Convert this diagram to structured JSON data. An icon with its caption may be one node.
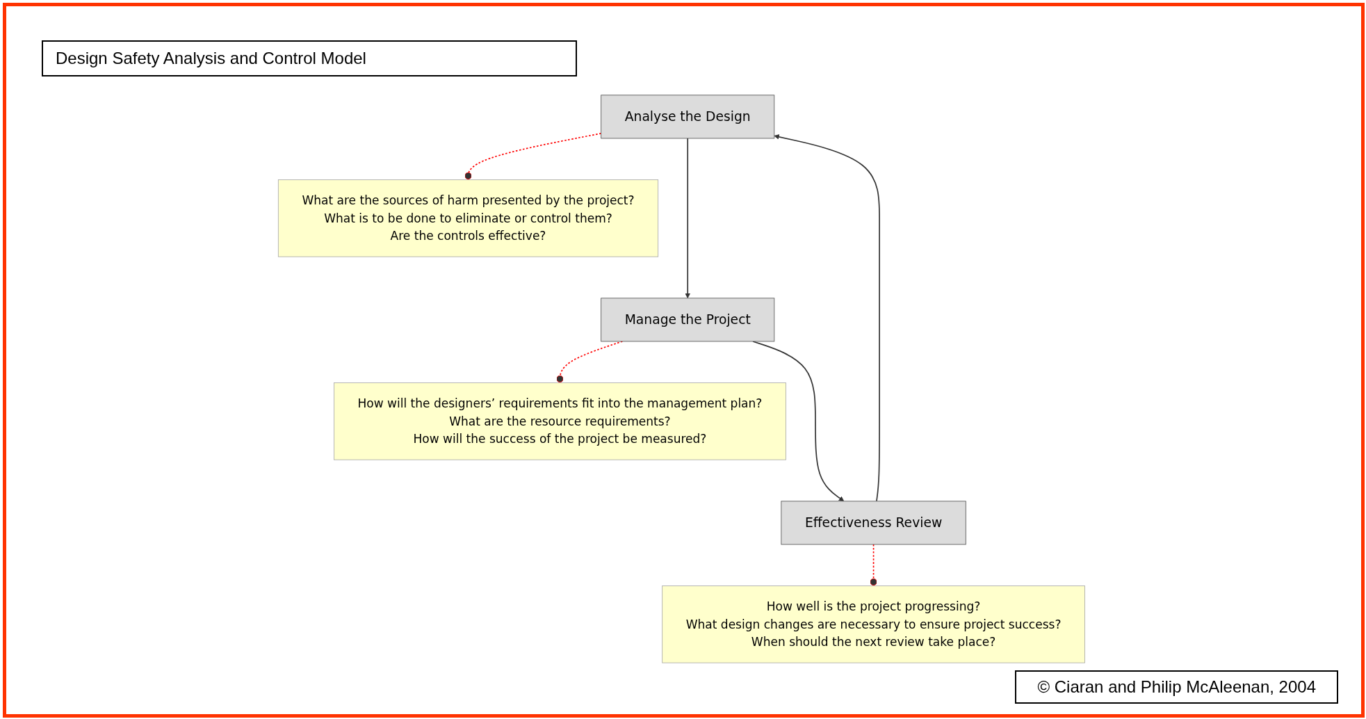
{
  "diagram": {
    "title": "Design Safety Analysis and Control Model",
    "nodes": [
      {
        "text": [
          "Analyse the Design"
        ]
      },
      {
        "text": [
          "Manage the Project"
        ]
      },
      {
        "text": [
          "Effectiveness Review"
        ]
      },
      {
        "text": [
          "What are the sources of harm presented by the project?",
          "What is to be done to eliminate or control them?",
          "Are the controls effective?"
        ]
      },
      {
        "text": [
          "How will the designers’ requirements fit into the management plan?",
          "What are the resource requirements?",
          "How will the success of the project be measured?"
        ]
      },
      {
        "text": [
          "How well is the project progressing?",
          "What design changes are necessary to ensure project success?",
          "When should the next review take place?"
        ]
      }
    ],
    "edges": [
      {
        "from": 0,
        "to": 1,
        "arrow": "to"
      },
      {
        "from": 1,
        "to": 2,
        "arrow": "to"
      },
      {
        "from": 2,
        "to": 0,
        "arrow": "to"
      },
      {
        "from": 0,
        "to": 3,
        "arrow": "other",
        "style": "dashed",
        "color": "#ff0000"
      },
      {
        "from": 1,
        "to": 4,
        "arrow": "other",
        "style": "dashed",
        "color": "#ff0000"
      },
      {
        "from": 2,
        "to": 5,
        "arrow": "other",
        "style": "dashed",
        "color": "#ff0000"
      }
    ],
    "labels": [
      "© Ciaran and Philip McAleenan, 2004"
    ]
  }
}
